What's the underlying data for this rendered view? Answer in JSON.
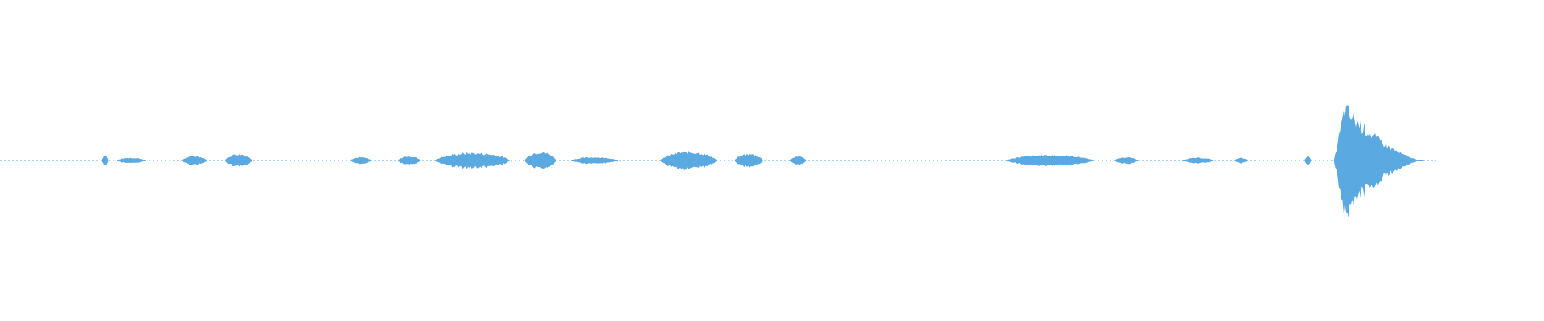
{
  "waveform": {
    "color": "#5ba9e1",
    "background": "#ffffff",
    "duration_fraction_shown": 0.93,
    "segments": [
      {
        "start": 0.066,
        "end": 0.07,
        "amplitude": 0.1
      },
      {
        "start": 0.076,
        "end": 0.094,
        "amplitude": 0.05
      },
      {
        "start": 0.118,
        "end": 0.134,
        "amplitude": 0.08
      },
      {
        "start": 0.146,
        "end": 0.163,
        "amplitude": 0.12
      },
      {
        "start": 0.227,
        "end": 0.24,
        "amplitude": 0.06
      },
      {
        "start": 0.258,
        "end": 0.272,
        "amplitude": 0.08
      },
      {
        "start": 0.282,
        "end": 0.33,
        "amplitude": 0.14
      },
      {
        "start": 0.34,
        "end": 0.36,
        "amplitude": 0.16
      },
      {
        "start": 0.37,
        "end": 0.4,
        "amplitude": 0.06
      },
      {
        "start": 0.428,
        "end": 0.464,
        "amplitude": 0.16
      },
      {
        "start": 0.476,
        "end": 0.494,
        "amplitude": 0.12
      },
      {
        "start": 0.512,
        "end": 0.522,
        "amplitude": 0.08
      },
      {
        "start": 0.652,
        "end": 0.708,
        "amplitude": 0.1
      },
      {
        "start": 0.722,
        "end": 0.737,
        "amplitude": 0.06
      },
      {
        "start": 0.766,
        "end": 0.786,
        "amplitude": 0.05
      },
      {
        "start": 0.8,
        "end": 0.808,
        "amplitude": 0.05
      },
      {
        "start": 0.845,
        "end": 0.849,
        "amplitude": 0.08
      },
      {
        "start": 0.864,
        "end": 0.922,
        "amplitude": 1.0,
        "decay": true
      }
    ]
  }
}
